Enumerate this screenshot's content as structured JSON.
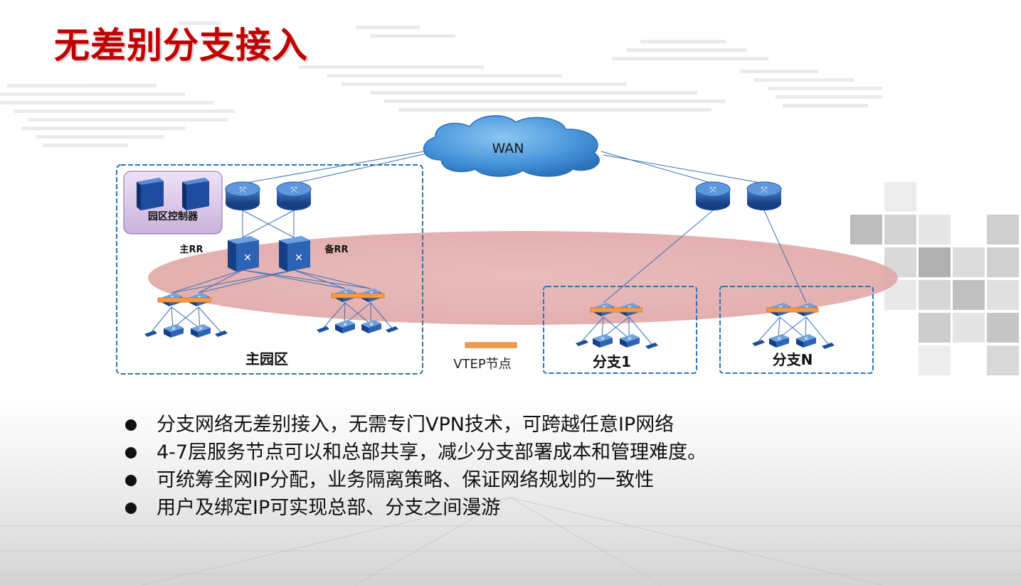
{
  "title": "无差别分支接入",
  "diagram": {
    "wan_label": "WAN",
    "controller_label": "园区控制器",
    "main_rr_label": "主RR",
    "backup_rr_label": "备RR",
    "main_campus_label": "主园区",
    "branch1_label": "分支1",
    "branchN_label": "分支N",
    "vtep_legend_label": "VTEP节点"
  },
  "bullets": [
    "分支网络无差别接入，无需专门VPN技术，可跨越任意IP网络",
    "4-7层服务节点可以和总部共享，减少分支部署成本和管理难度。",
    "可统筹全网IP分配，业务隔离策略、保证网络规划的一致性",
    "用户及绑定IP可实现总部、分支之间漫游"
  ],
  "colors": {
    "title": "#c00000",
    "vtep": "#f39c48",
    "cloud": "#3f8fd8",
    "dashed_box": "#2e75b6",
    "overlay_ellipse": "#e2a5a5",
    "device": "#1c4f9c"
  }
}
